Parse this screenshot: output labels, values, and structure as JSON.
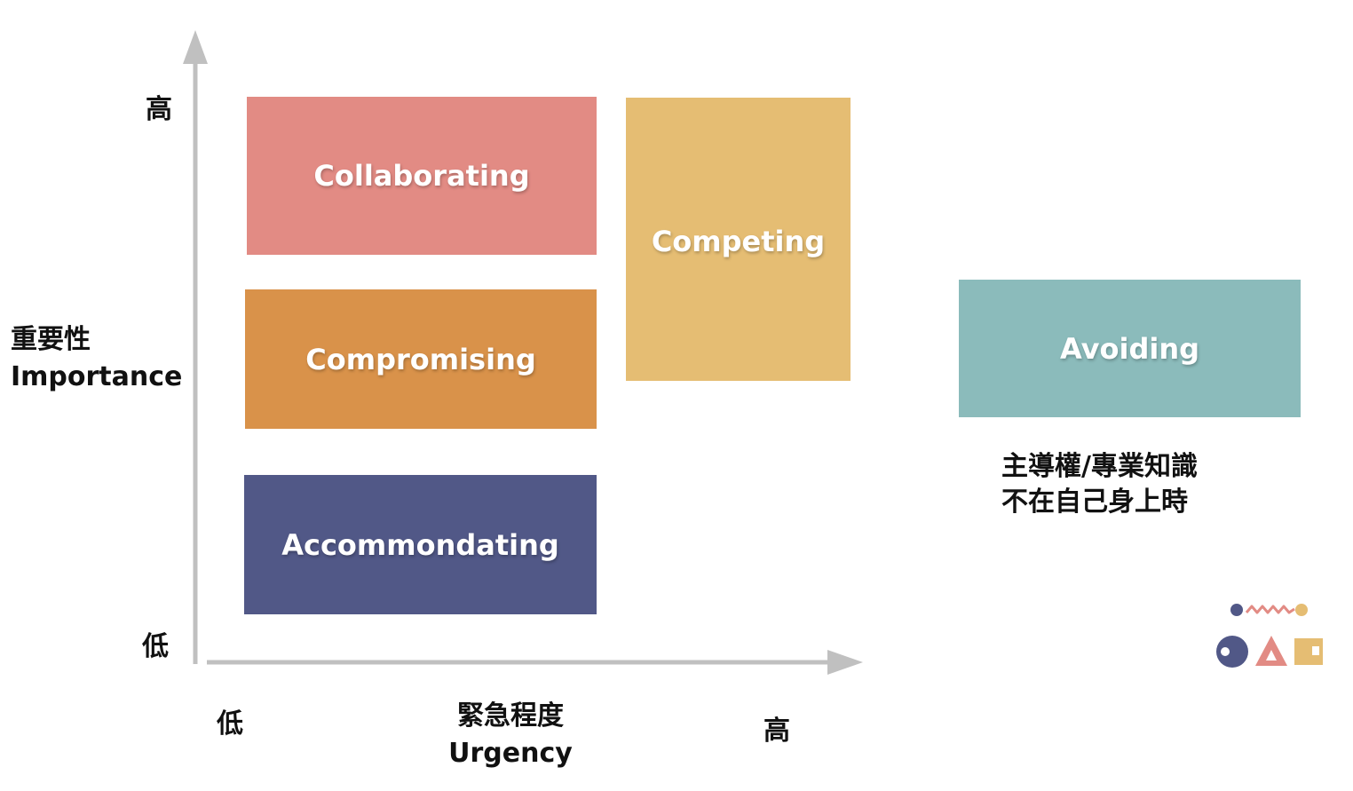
{
  "axes": {
    "y_high": "高",
    "y_low": "低",
    "y_title_zh": "重要性",
    "y_title_en": "Importance",
    "x_low": "低",
    "x_high": "高",
    "x_title_zh": "緊急程度",
    "x_title_en": "Urgency",
    "axis_color": "#c0c0c0"
  },
  "boxes": {
    "collaborating": {
      "label": "Collaborating",
      "color": "#e28b84"
    },
    "compromising": {
      "label": "Compromising",
      "color": "#d9924a"
    },
    "accommodating": {
      "label": "Accommondating",
      "color": "#515887"
    },
    "competing": {
      "label": "Competing",
      "color": "#e5bd73"
    },
    "avoiding": {
      "label": "Avoiding",
      "color": "#8bbbbb"
    }
  },
  "note": {
    "line1": "主導權/專業知識",
    "line2": "不在自己身上時"
  },
  "logo": {
    "icons": [
      "dot-icon",
      "zigzag-icon",
      "dot-icon",
      "circle-icon",
      "triangle-icon",
      "square-icon"
    ],
    "colors": {
      "navy": "#515887",
      "pink": "#e28b84",
      "yellow": "#e5bd73"
    }
  }
}
